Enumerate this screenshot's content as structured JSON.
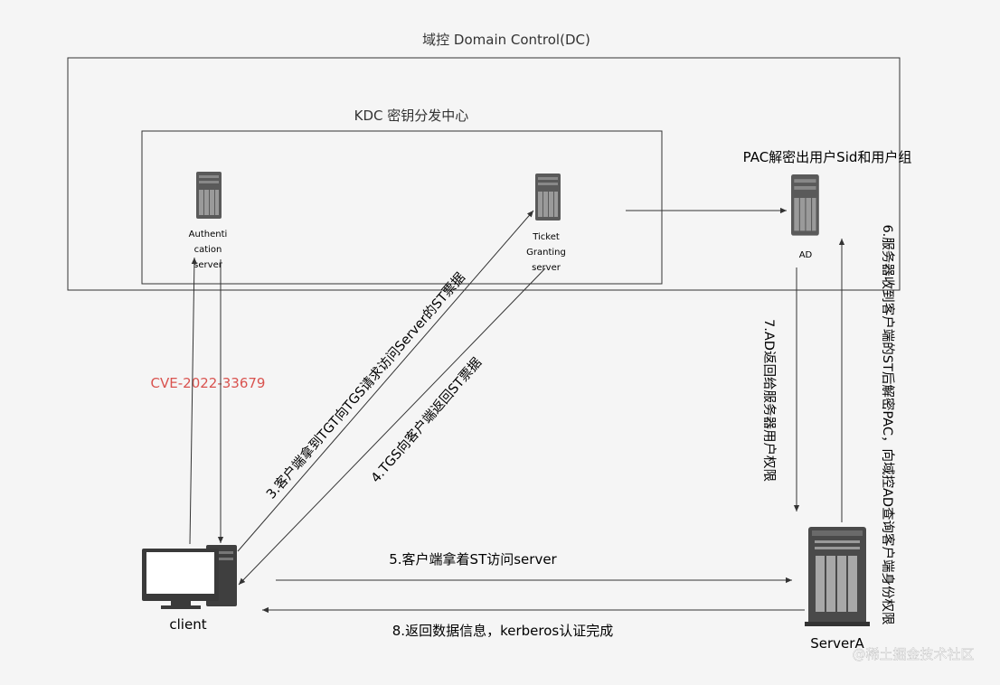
{
  "colors": {
    "background": "#f5f5f5",
    "line": "#333333",
    "text": "#333333",
    "highlight": "#d9534f",
    "server_dark": "#4a4a4a",
    "watermark": "#ffffff"
  },
  "containers": {
    "domain_control": "域控 Domain Control(DC)",
    "kdc": "KDC 密钥分发中心"
  },
  "nodes": {
    "authentication_server": {
      "icon": "tower-server-icon",
      "label_lines": [
        "Authenti",
        "cation",
        "server"
      ]
    },
    "ticket_granting_server": {
      "icon": "tower-server-icon",
      "label_lines": [
        "Ticket",
        "Granting",
        "server"
      ]
    },
    "ad": {
      "icon": "tower-server-icon",
      "label": "AD",
      "note": "PAC解密出用户Sid和用户组"
    },
    "client": {
      "icon": "desktop-computer-icon",
      "label": "client"
    },
    "server_a": {
      "icon": "rack-server-icon",
      "label": "ServerA"
    }
  },
  "annotation": "CVE-2022-33679",
  "steps": {
    "s3": "3.客户端拿到TGT向TGS请求访问Server的ST票据",
    "s4": "4.TGS向客户端返回ST票据",
    "s5": "5.客户端拿着ST访问server",
    "s6": "6.服务器收到客户端的ST后解密PAC，向域控AD查询客户端身份权限",
    "s7": "7.AD返回给服务器用户权限",
    "s8": "8.返回数据信息，kerberos认证完成"
  },
  "watermark": "@稀土掘金技术社区"
}
